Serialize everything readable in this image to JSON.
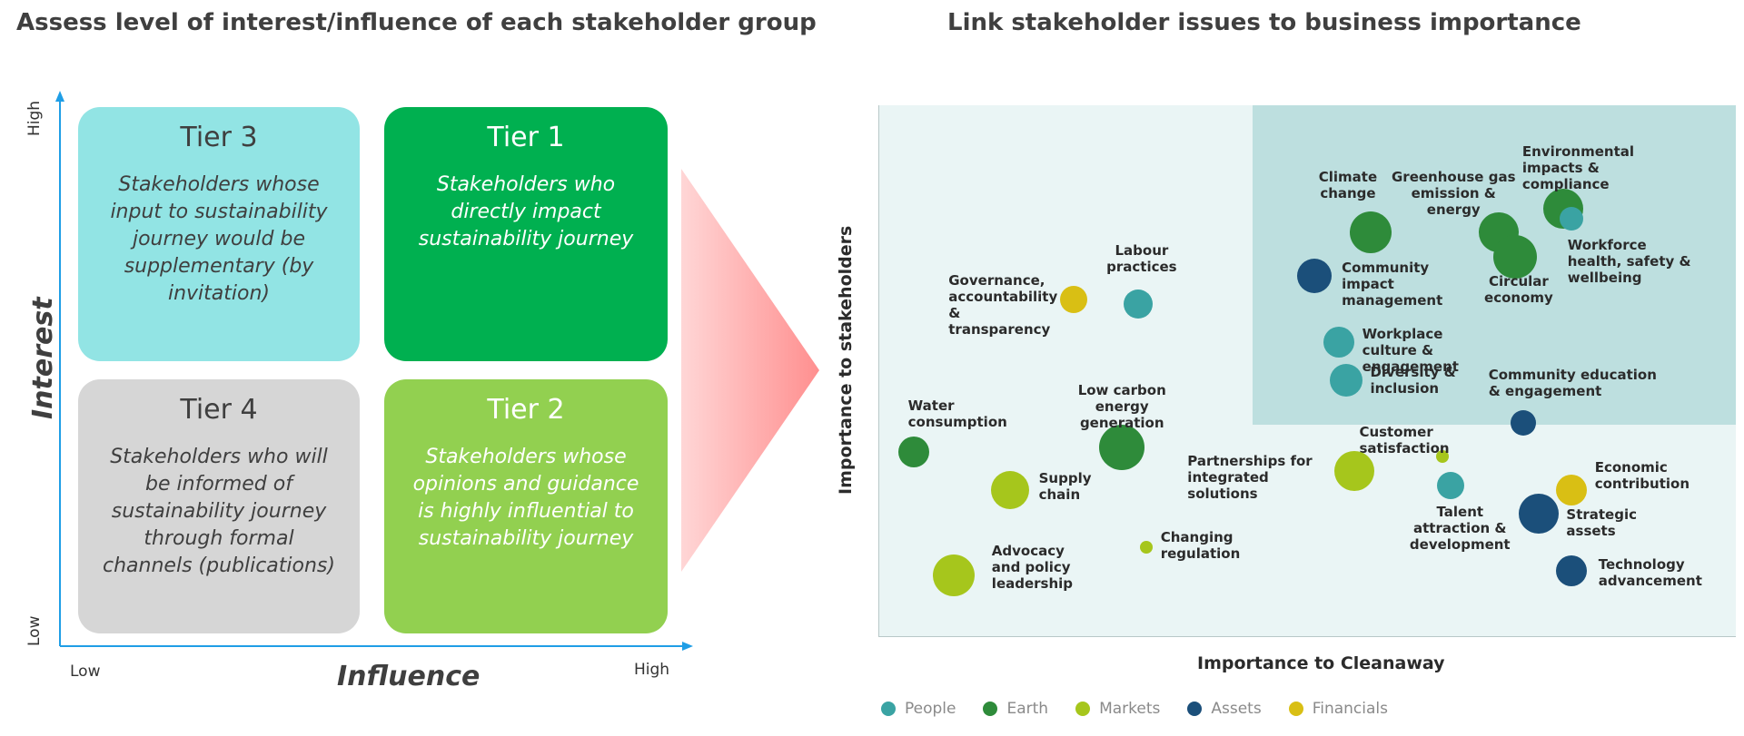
{
  "left_panel": {
    "heading": "Assess level of interest/influence of each stakeholder group",
    "tiers": [
      {
        "title": "Tier 3",
        "description": "Stakeholders whose input to sustainability journey would be supplementary (by invitation)",
        "color": "#92e4e4"
      },
      {
        "title": "Tier 1",
        "description": "Stakeholders who directly impact sustainability journey",
        "color": "#00b050"
      },
      {
        "title": "Tier 4",
        "description": "Stakeholders who will be informed of sustainability journey through formal channels (publications)",
        "color": "#d6d6d6"
      },
      {
        "title": "Tier 2",
        "description": "Stakeholders whose opinions and guidance is highly influential to sustainability journey",
        "color": "#92d050"
      }
    ],
    "y_axis": {
      "title": "Interest",
      "high": "High",
      "low": "Low"
    },
    "x_axis": {
      "title": "Influence",
      "low": "Low",
      "high": "High"
    },
    "axis_color": "#1f9ee6"
  },
  "right_panel": {
    "heading": "Link stakeholder issues to business importance"
  },
  "chart_data": {
    "type": "scatter",
    "xlabel": "Importance to Cleanaway",
    "ylabel": "Importance to stakeholders",
    "xlim": [
      0,
      100
    ],
    "ylim": [
      0,
      100
    ],
    "grid": false,
    "legend_position": "bottom",
    "categories": [
      {
        "name": "People",
        "color": "#3aa3a3"
      },
      {
        "name": "Earth",
        "color": "#2e8b3a"
      },
      {
        "name": "Markets",
        "color": "#a6c61c"
      },
      {
        "name": "Assets",
        "color": "#1b4f7a"
      },
      {
        "name": "Financials",
        "color": "#d9bf14"
      }
    ],
    "points": [
      {
        "label": "Environmental impacts & compliance",
        "category": "Earth",
        "x": 83,
        "y": 84,
        "size": 44
      },
      {
        "label": "Workforce health, safety & wellbeing",
        "category": "People",
        "x": 84,
        "y": 82,
        "size": 26
      },
      {
        "label": "Climate change",
        "category": "Earth",
        "x": 59,
        "y": 79,
        "size": 46
      },
      {
        "label": "Greenhouse gas emission & energy",
        "category": "Earth",
        "x": 75,
        "y": 79,
        "size": 44
      },
      {
        "label": "Circular economy",
        "category": "Earth",
        "x": 77,
        "y": 74,
        "size": 48
      },
      {
        "label": "Community impact management",
        "category": "Assets",
        "x": 52,
        "y": 70,
        "size": 38
      },
      {
        "label": "Governance, accountability & transparency",
        "category": "Financials",
        "x": 22,
        "y": 65,
        "size": 30
      },
      {
        "label": "Labour practices",
        "category": "People",
        "x": 30,
        "y": 64,
        "size": 32
      },
      {
        "label": "Workplace culture & engagement",
        "category": "People",
        "x": 55,
        "y": 56,
        "size": 34
      },
      {
        "label": "Diversity & inclusion",
        "category": "People",
        "x": 56,
        "y": 48,
        "size": 36
      },
      {
        "label": "Community education & engagement",
        "category": "Assets",
        "x": 78,
        "y": 39,
        "size": 28
      },
      {
        "label": "Water consumption",
        "category": "Earth",
        "x": 2,
        "y": 33,
        "size": 34
      },
      {
        "label": "Low carbon energy generation",
        "category": "Earth",
        "x": 28,
        "y": 34,
        "size": 50
      },
      {
        "label": "Customer satisfaction",
        "category": "Markets",
        "x": 68,
        "y": 32,
        "size": 14
      },
      {
        "label": "Partnerships for integrated solutions",
        "category": "Markets",
        "x": 57,
        "y": 29,
        "size": 44
      },
      {
        "label": "Talent attraction & development",
        "category": "People",
        "x": 69,
        "y": 26,
        "size": 30
      },
      {
        "label": "Supply chain",
        "category": "Markets",
        "x": 14,
        "y": 25,
        "size": 42
      },
      {
        "label": "Economic contribution",
        "category": "Financials",
        "x": 84,
        "y": 25,
        "size": 34
      },
      {
        "label": "Strategic assets",
        "category": "Assets",
        "x": 80,
        "y": 20,
        "size": 44
      },
      {
        "label": "Changing regulation",
        "category": "Markets",
        "x": 31,
        "y": 13,
        "size": 14
      },
      {
        "label": "Advocacy and policy leadership",
        "category": "Markets",
        "x": 7,
        "y": 7,
        "size": 46
      },
      {
        "label": "Technology advancement",
        "category": "Assets",
        "x": 84,
        "y": 8,
        "size": 34
      }
    ]
  }
}
